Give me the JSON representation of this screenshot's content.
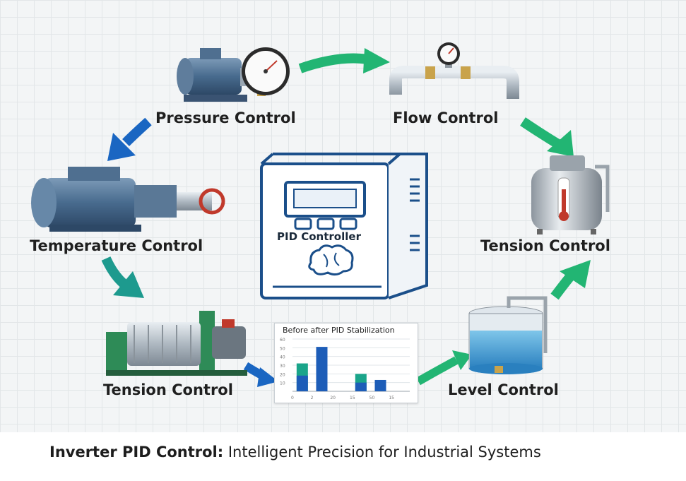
{
  "center": {
    "label": "PID Controller"
  },
  "nodes": {
    "pressure": "Pressure Control",
    "flow": "Flow Control",
    "temperature": "Temperature Control",
    "tension_right": "Tension Control",
    "tension_left": "Tension Control",
    "level": "Level Control"
  },
  "chart": {
    "title": "Before after PID Stabilization"
  },
  "chart_data": {
    "type": "bar",
    "title": "Before after PID Stabilization",
    "y_ticks": [
      "60",
      "50",
      "40",
      "30",
      "20",
      "10"
    ],
    "x_ticks": [
      "0",
      "2",
      "20",
      "15",
      "50",
      "15"
    ],
    "series": [
      {
        "color": "#1aa58a",
        "values": [
          32,
          0,
          0,
          20,
          0,
          0
        ]
      },
      {
        "color": "#1d5db8",
        "values": [
          18,
          51,
          0,
          10,
          13,
          0
        ]
      }
    ],
    "ylim": [
      0,
      60
    ]
  },
  "footer": {
    "bold": "Inverter PID Control:",
    "rest": " Intelligent Precision for Industrial Systems"
  },
  "colors": {
    "arrow_green": "#22b573",
    "arrow_blue": "#1a66c2",
    "arrow_teal": "#1d9a8e",
    "controller_blue": "#1b4f8a"
  }
}
